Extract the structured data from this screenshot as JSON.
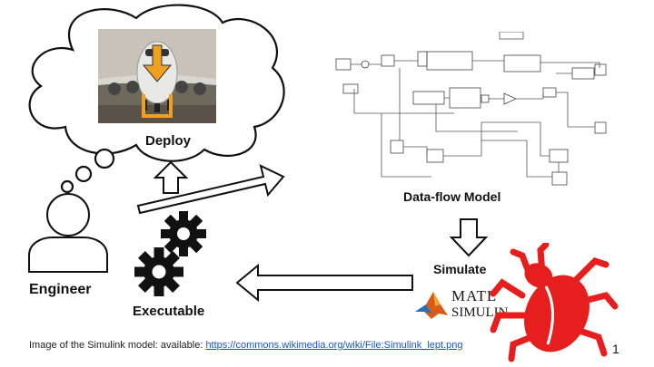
{
  "labels": {
    "deploy": "Deploy",
    "dataflow_model": "Data-flow Model",
    "simulate": "Simulate",
    "engineer": "Engineer",
    "executable": "Executable"
  },
  "caption": {
    "prefix": "Image of the Simulink model: available: ",
    "link": "https://commons.wikimedia.org/wiki/File:Simulink_lept.png"
  },
  "logo": {
    "line1": "MATL",
    "line2": "SIMULIN"
  },
  "slide_number": "1",
  "colors": {
    "bug": "#e61e1e",
    "arrow_overlay": "#f0a020",
    "link": "#1a56c8"
  }
}
